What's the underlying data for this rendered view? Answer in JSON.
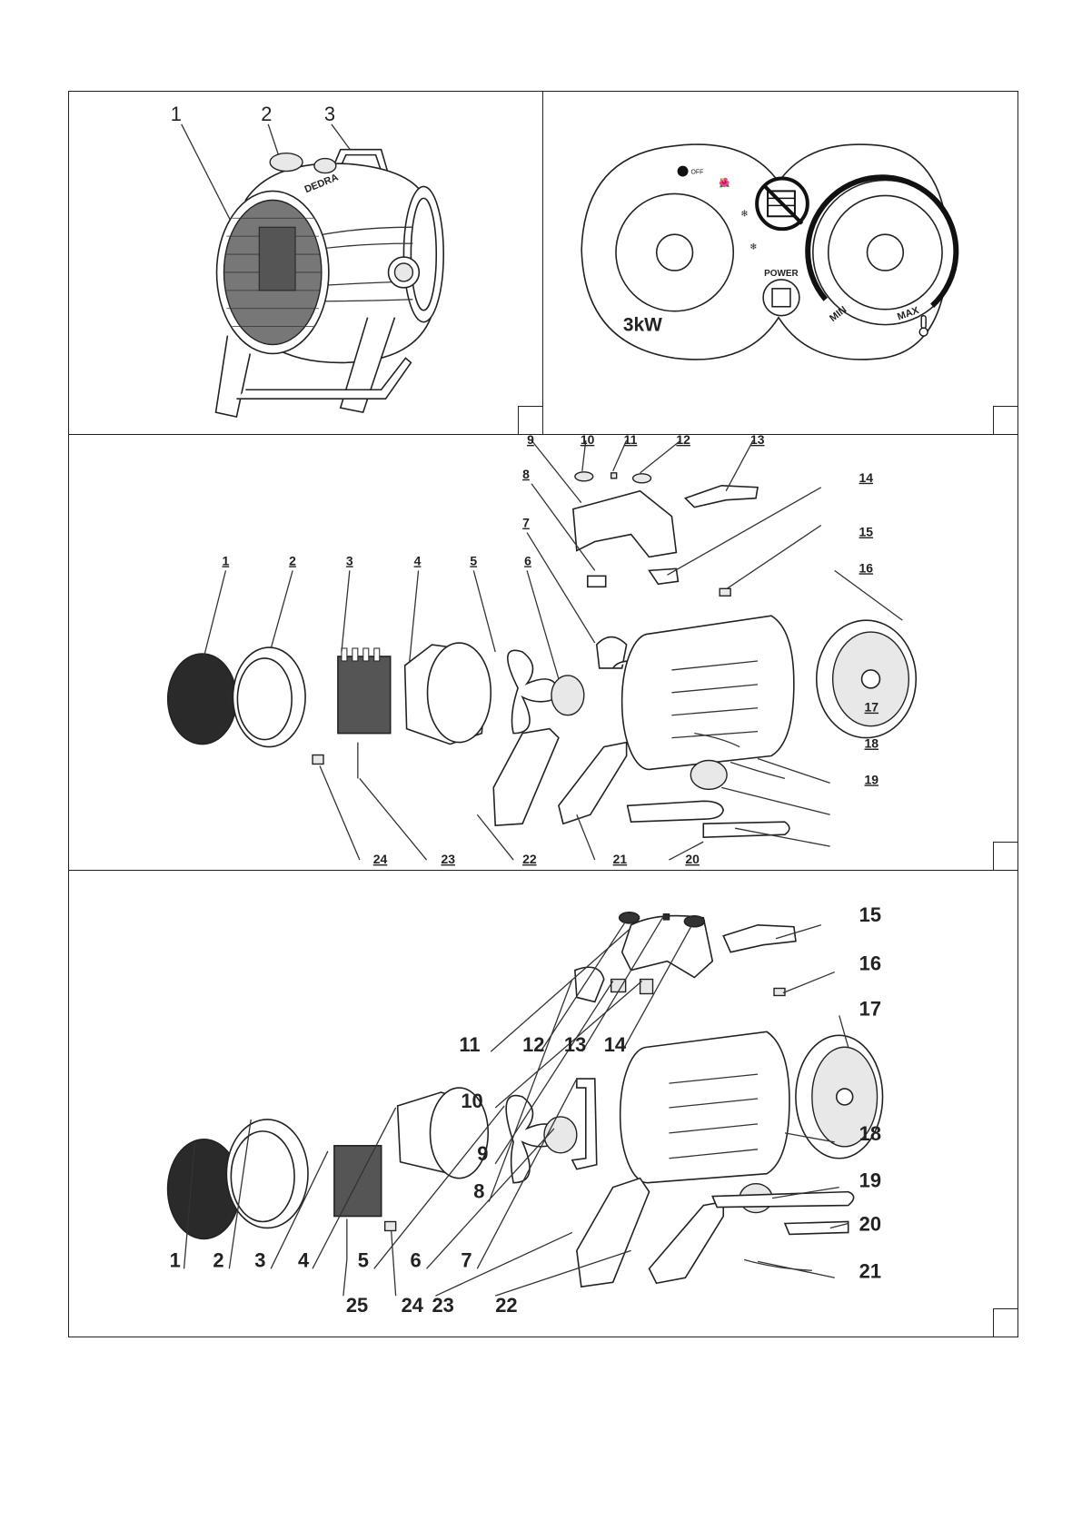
{
  "panel_a": {
    "labels": [
      "1",
      "2",
      "3"
    ],
    "brand": "DEDRA"
  },
  "panel_b": {
    "off_label": "OFF",
    "power_label": "POWER",
    "wattage": "3kW",
    "min_label": "MIN",
    "max_label": "MAX"
  },
  "panel_c": {
    "labels": [
      "1",
      "2",
      "3",
      "4",
      "5",
      "6",
      "7",
      "8",
      "9",
      "10",
      "11",
      "12",
      "13",
      "14",
      "15",
      "16",
      "17",
      "18",
      "19",
      "20",
      "21",
      "22",
      "23",
      "24"
    ]
  },
  "panel_d": {
    "labels": [
      "1",
      "2",
      "3",
      "4",
      "5",
      "6",
      "7",
      "8",
      "9",
      "10",
      "11",
      "12",
      "13",
      "14",
      "15",
      "16",
      "17",
      "18",
      "19",
      "20",
      "21",
      "22",
      "23",
      "24",
      "25"
    ]
  }
}
